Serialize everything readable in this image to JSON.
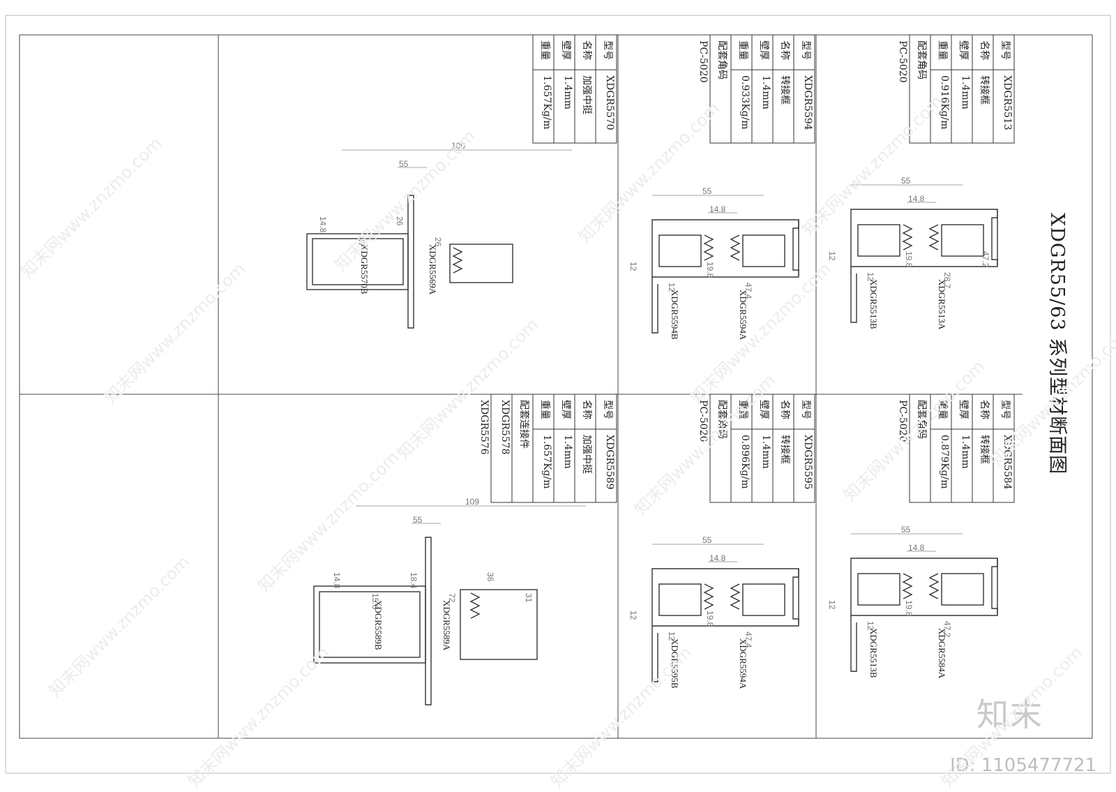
{
  "title": "XDGR55/63  系列型材断面图",
  "table_labels": [
    "型号",
    "名称",
    "壁厚",
    "重量",
    "配套角码",
    "配套连接件"
  ],
  "panels": [
    {
      "model": "XDGR5513",
      "name": "转接框",
      "wall": "1.4mm",
      "weight": "0.916Kg/m",
      "accessory": "PC-5020",
      "part_a": "XDGR5513A",
      "part_b": "XDGR5513B",
      "dims": [
        "55",
        "14.8",
        "12",
        "12",
        "19.8",
        "28.7",
        "47.2"
      ]
    },
    {
      "model": "XDGR5594",
      "name": "转接框",
      "wall": "1.4mm",
      "weight": "0.933Kg/m",
      "accessory": "PC-5020",
      "part_a": "XDGR5594A",
      "part_b": "XDGR5594B",
      "dims": [
        "55",
        "14.8",
        "12",
        "12",
        "19.8",
        "47.4"
      ]
    },
    {
      "model": "XDGR5570",
      "name": "加强中挺",
      "wall": "1.4mm",
      "weight": "1.657Kg/m",
      "part_a": "XDGR5569A",
      "part_b": "XDGR5570B",
      "dims": [
        "100",
        "55",
        "14.8",
        "67",
        "26",
        "26"
      ]
    },
    {
      "model": "XDGR5584",
      "name": "转接框",
      "wall": "1.4mm",
      "weight": "0.879Kg/m",
      "accessory": "PC-5020",
      "part_a": "XDGR5584A",
      "part_b": "XDGR5513B",
      "dims": [
        "55",
        "14.8",
        "12",
        "12",
        "19.8",
        "47.2"
      ]
    },
    {
      "model": "XDGR5595",
      "name": "转接框",
      "wall": "1.4mm",
      "weight": "0.896Kg/m",
      "accessory": "PC-5020",
      "part_a": "XDGR5594A",
      "part_b": "XDGR5595B",
      "dims": [
        "55",
        "14.8",
        "12",
        "12",
        "19.8",
        "47.4"
      ]
    },
    {
      "model": "XDGR5589",
      "name": "加强中挺",
      "wall": "1.4mm",
      "weight": "1.657Kg/m",
      "connectors": [
        "XDGR5578",
        "XDGR5576"
      ],
      "part_a": "XDGR5589A",
      "part_b": "XDGR5589B",
      "dims": [
        "109",
        "55",
        "14.8",
        "15.6",
        "18.4",
        "72",
        "36",
        "31"
      ]
    }
  ],
  "watermark": {
    "logo": "知末",
    "id": "ID: 1105477721",
    "site": "知末网www.znzmo.com"
  },
  "colors": {
    "line": "#222222",
    "dim": "#888888",
    "watermark": "#c8c8c8"
  }
}
